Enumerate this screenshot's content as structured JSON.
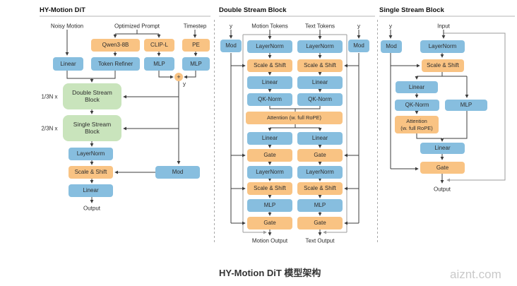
{
  "left_panel": {
    "title": "HY-Motion DiT",
    "labels": {
      "noisy_motion": "Noisy Motion",
      "optimized_prompt": "Optimized Prompt",
      "timestep": "Timestep",
      "y": "y",
      "plus": "+",
      "dsb_repeat": "1/3N x",
      "ssb_repeat": "2/3N x",
      "output": "Output"
    },
    "nodes": {
      "qwen": "Qwen3-8B",
      "clip": "CLIP-L",
      "pe": "PE",
      "linear_in": "Linear",
      "token_refiner": "Token Refiner",
      "mlp_clip": "MLP",
      "mlp_pe": "MLP",
      "double_stream": "Double Stream Block",
      "single_stream": "Single Stream Block",
      "layernorm": "LayerNorm",
      "scale_shift": "Scale & Shift",
      "linear_out": "Linear",
      "mod": "Mod"
    }
  },
  "double_stream_panel": {
    "title": "Double Stream Block",
    "labels": {
      "y_left": "y",
      "y_right": "y",
      "motion_tokens": "Motion Tokens",
      "text_tokens": "Text Tokens",
      "motion_output": "Motion Output",
      "text_output": "Text Output"
    },
    "nodes": {
      "mod_left": "Mod",
      "mod_right": "Mod",
      "attention": "Attention (w. full RoPE)"
    },
    "motion_column": [
      "LayerNorm",
      "Scale & Shift",
      "Linear",
      "QK-Norm",
      "Linear",
      "Gate",
      "LayerNorm",
      "Scale & Shift",
      "MLP",
      "Gate"
    ],
    "text_column": [
      "LayerNorm",
      "Scale & Shift",
      "Linear",
      "QK-Norm",
      "Linear",
      "Gate",
      "LayerNorm",
      "Scale & Shift",
      "MLP",
      "Gate"
    ]
  },
  "single_stream_panel": {
    "title": "Single Stream Block",
    "labels": {
      "y": "y",
      "input": "Input",
      "output": "Output"
    },
    "nodes": {
      "mod": "Mod",
      "layernorm": "LayerNorm",
      "scale_shift": "Scale & Shift",
      "linear_attn": "Linear",
      "qk_norm": "QK-Norm",
      "mlp": "MLP",
      "attention_line1": "Attention",
      "attention_line2": "(w. full RoPE)",
      "linear_out": "Linear",
      "gate": "Gate"
    }
  },
  "caption": "HY-Motion DiT 模型架构",
  "watermark": "aiznt.com",
  "colors": {
    "node_blue": "#87BEDF",
    "node_orange": "#F9C383",
    "node_green": "#C9E4BC",
    "line_dark": "#3c3c3c",
    "line_gray": "#9b9b9b"
  }
}
